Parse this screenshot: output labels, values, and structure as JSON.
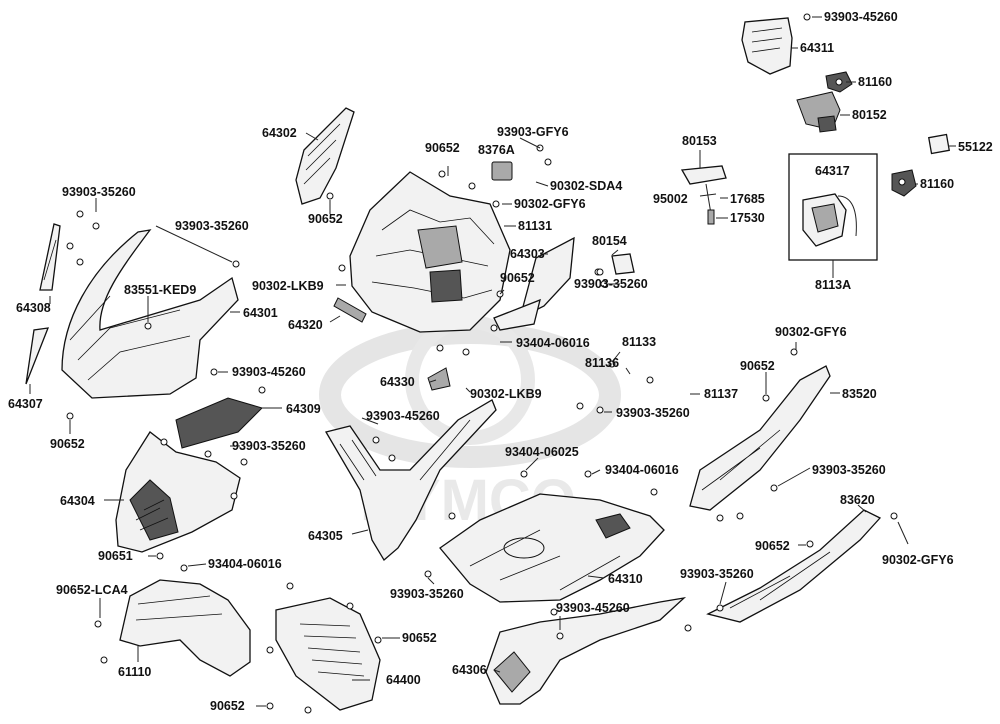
{
  "watermark": {
    "text": "KYMCO"
  },
  "labels": {
    "l93903_45260_a": "93903-45260",
    "l64311": "64311",
    "l81160_a": "81160",
    "l80152": "80152",
    "l55122": "55122",
    "l81160_b": "81160",
    "l64317": "64317",
    "l8113A": "8113A",
    "l80153": "80153",
    "l95002": "95002",
    "l17685": "17685",
    "l17530": "17530",
    "l80154": "80154",
    "l93903_35260_r": "93903-35260",
    "l64302": "64302",
    "l90652_a": "90652",
    "l90652_b": "90652",
    "l93903_GFY6": "93903-GFY6",
    "l8376A": "8376A",
    "l90302_SDA4": "90302-SDA4",
    "l90302_GFY6_a": "90302-GFY6",
    "l81131": "81131",
    "l64303": "64303",
    "l90652_c": "90652",
    "l93903_35260_a": "93903-35260",
    "l93903_35260_b": "93903-35260",
    "l83551_KED9": "83551-KED9",
    "l64308": "64308",
    "l64301": "64301",
    "l90302_LKB9_a": "90302-LKB9",
    "l64320": "64320",
    "l93404_06016_a": "93404-06016",
    "l81133": "81133",
    "l81136": "81136",
    "l81137": "81137",
    "l90302_GFY6_b": "90302-GFY6",
    "l90652_d": "90652",
    "l83520": "83520",
    "l64307": "64307",
    "l93903_45260_b": "93903-45260",
    "l64330": "64330",
    "l90302_LKB9_b": "90302-LKB9",
    "l93903_35260_c": "93903-35260",
    "l64309": "64309",
    "l90652_e": "90652",
    "l93903_45260_c": "93903-45260",
    "l93903_35260_d": "93903-35260",
    "l93404_06025": "93404-06025",
    "l93404_06016_b": "93404-06016",
    "l93903_35260_e": "93903-35260",
    "l64304": "64304",
    "l64305": "64305",
    "l83620": "83620",
    "l90652_f": "90652",
    "l90302_GFY6_c": "90302-GFY6",
    "l90651": "90651",
    "l93404_06016_c": "93404-06016",
    "l64310": "64310",
    "l90652_LCA4": "90652-LCA4",
    "l93903_35260_f": "93903-35260",
    "l93903_35260_g": "93903-35260",
    "l93903_45260_d": "93903-45260",
    "l90652_g": "90652",
    "l61110": "61110",
    "l64306": "64306",
    "l64400": "64400",
    "l90652_h": "90652"
  }
}
